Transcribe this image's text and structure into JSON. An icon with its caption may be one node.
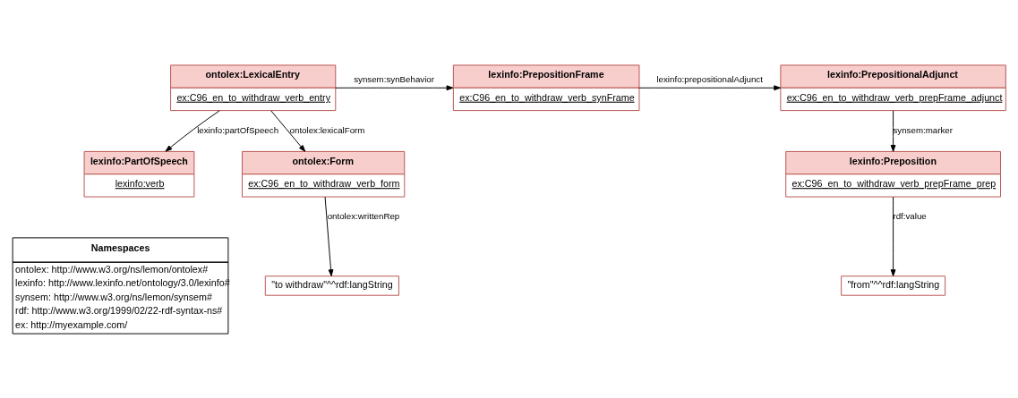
{
  "diagram": {
    "nodes": [
      {
        "text": [
          "ontolex:LexicalEntry",
          "ex:C96_en_to_withdraw_verb_entry"
        ]
      },
      {
        "text": [
          "lexinfo:PartOfSpeech",
          "lexinfo:verb"
        ]
      },
      {
        "text": [
          "lexinfo:PrepositionFrame",
          "ex:C96_en_to_withdraw_verb_synFrame"
        ]
      },
      {
        "text": [
          "ontolex:Form",
          "ex:C96_en_to_withdraw_verb_form"
        ]
      },
      {
        "text": [
          "\"to withdraw\"^^rdf:langString"
        ]
      },
      {
        "text": [
          "lexinfo:PrepositionalAdjunct",
          "ex:C96_en_to_withdraw_verb_prepFrame_adjunct"
        ]
      },
      {
        "text": [
          "lexinfo:Preposition",
          "ex:C96_en_to_withdraw_verb_prepFrame_prep"
        ]
      },
      {
        "text": [
          "\"from\"^^rdf:langString"
        ]
      },
      {
        "text": [
          "Namespaces",
          "ontolex: http://www.w3.org/ns/lemon/ontolex#",
          "lexinfo: http://www.lexinfo.net/ontology/3.0/lexinfo#",
          "synsem: http://www.w3.org/ns/lemon/synsem#",
          "rdf: http://www.w3.org/1999/02/22-rdf-syntax-ns#",
          "ex: http://myexample.com/"
        ]
      }
    ],
    "edges": [
      {
        "from": 0,
        "to": 2,
        "arrow": "to",
        "label": "synsem:synBehavior"
      },
      {
        "from": 0,
        "to": 3,
        "arrow": "to",
        "label": "ontolex:lexicalForm"
      },
      {
        "from": 0,
        "to": 1,
        "arrow": "to",
        "label": "lexinfo:partOfSpeech"
      },
      {
        "from": 2,
        "to": 5,
        "arrow": "to",
        "label": "lexinfo:prepositionalAdjunct"
      },
      {
        "from": 5,
        "to": 6,
        "arrow": "to",
        "label": "synsem:marker"
      },
      {
        "from": 3,
        "to": 4,
        "arrow": "to",
        "label": "ontolex:writtenRep"
      },
      {
        "from": 6,
        "to": 7,
        "arrow": "to",
        "label": "rdf:value"
      }
    ]
  }
}
